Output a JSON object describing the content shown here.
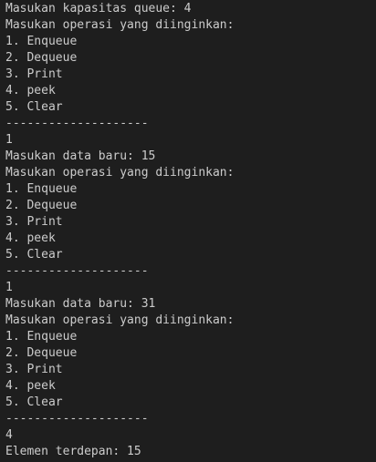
{
  "terminal": {
    "lines": [
      "Masukan kapasitas queue: 4",
      "Masukan operasi yang diinginkan:",
      "1. Enqueue",
      "2. Dequeue",
      "3. Print",
      "4. peek",
      "5. Clear",
      "--------------------",
      "1",
      "Masukan data baru: 15",
      "Masukan operasi yang diinginkan:",
      "1. Enqueue",
      "2. Dequeue",
      "3. Print",
      "4. peek",
      "5. Clear",
      "--------------------",
      "1",
      "Masukan data baru: 31",
      "Masukan operasi yang diinginkan:",
      "1. Enqueue",
      "2. Dequeue",
      "3. Print",
      "4. peek",
      "5. Clear",
      "--------------------",
      "4",
      "Elemen terdepan: 15"
    ]
  }
}
